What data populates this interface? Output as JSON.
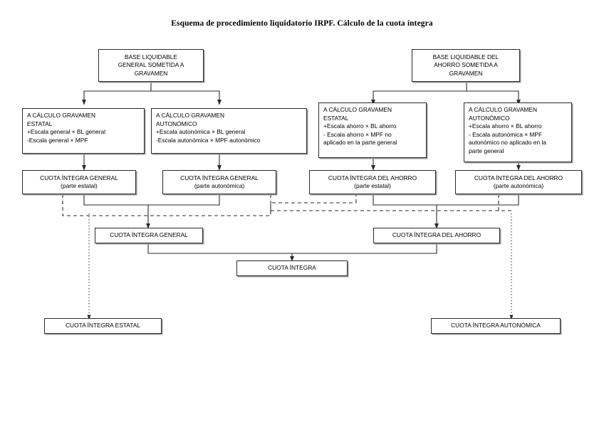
{
  "title": "Esquema de procedimiento liquidatorio IRPF. Cálculo de la cuota íntegra",
  "colors": {
    "line": "#2b2b2b",
    "box_border": "#2b2b2b",
    "shadow": "#9a9a9a",
    "background": "#ffffff",
    "text": "#000000"
  },
  "nodes": {
    "base_general": {
      "lines": [
        "BASE LIQUIDABLE",
        "GENERAL SOMETIDA A",
        "GRAVAMEN"
      ]
    },
    "base_ahorro": {
      "lines": [
        "BASE LIQUIDABLE DEL",
        "AHORRO SOMETIDA A",
        "GRAVAMEN"
      ]
    },
    "calc_general_estatal": {
      "lines": [
        "A CÁLCULO GRAVAMEN",
        "ESTATAL",
        "+Escala general × BL general",
        "-Escala general × MPF"
      ]
    },
    "calc_general_autonomico": {
      "lines": [
        "A CÁLCULO GRAVAMEN",
        "AUTONÓMICO",
        "+Escala autonómica × BL general",
        "-Escala autonómica × MPF autonómico"
      ]
    },
    "calc_ahorro_estatal": {
      "lines": [
        "A CÁLCULO GRAVAMEN",
        "ESTATAL",
        "+Escala ahorro × BL ahorro",
        "- Escala ahorro × MPF no",
        "aplicado en la parte general"
      ]
    },
    "calc_ahorro_autonomico": {
      "lines": [
        "A CÁLCULO GRAVAMEN",
        "AUTONÓMICO",
        "+Escala ahorro × BL ahorro",
        "- Escala autonómica × MPF",
        "autonómico no aplicado en la",
        "parte general"
      ]
    },
    "ci_general_estatal": {
      "title": "CUOTA ÍNTEGRA GENERAL",
      "subtitle": "(parte estatal)"
    },
    "ci_general_autonomica": {
      "title": "CUOTA ÍNTEGRA GENERAL",
      "subtitle": "(parte autonómica)"
    },
    "ci_ahorro_estatal": {
      "title": "CUOTA ÍNTEGRA DEL AHORRO",
      "subtitle": "(parte estatal)"
    },
    "ci_ahorro_autonomica": {
      "title": "CUOTA ÍNTEGRA DEL AHORRO",
      "subtitle": "(parte autonómica)"
    },
    "ci_general": {
      "title": "CUOTA ÍNTEGRA GENERAL"
    },
    "ci_ahorro": {
      "title": "CUOTA ÍNTEGRA DEL AHORRO"
    },
    "ci_total": {
      "title": "CUOTA ÍNTEGRA"
    },
    "ci_estatal": {
      "title": "CUOTA ÍNTEGRA ESTATAL"
    },
    "ci_autonomica": {
      "title": "CUOTA ÍNTEGRA AUTONÓMICA"
    }
  },
  "edges": [
    {
      "from": "base_general",
      "to": "calc_general_estatal",
      "style": "solid"
    },
    {
      "from": "base_general",
      "to": "calc_general_autonomico",
      "style": "solid"
    },
    {
      "from": "base_ahorro",
      "to": "calc_ahorro_estatal",
      "style": "solid"
    },
    {
      "from": "base_ahorro",
      "to": "calc_ahorro_autonomico",
      "style": "solid"
    },
    {
      "from": "calc_general_estatal",
      "to": "ci_general_estatal",
      "style": "solid"
    },
    {
      "from": "calc_general_autonomico",
      "to": "ci_general_autonomica",
      "style": "solid"
    },
    {
      "from": "calc_ahorro_estatal",
      "to": "ci_ahorro_estatal",
      "style": "solid"
    },
    {
      "from": "calc_ahorro_autonomico",
      "to": "ci_ahorro_autonomica",
      "style": "solid"
    },
    {
      "from": "ci_general_estatal",
      "to": "ci_general",
      "style": "solid"
    },
    {
      "from": "ci_general_autonomica",
      "to": "ci_general",
      "style": "solid"
    },
    {
      "from": "ci_ahorro_estatal",
      "to": "ci_ahorro",
      "style": "solid"
    },
    {
      "from": "ci_ahorro_autonomica",
      "to": "ci_ahorro",
      "style": "solid"
    },
    {
      "from": "ci_general",
      "to": "ci_total",
      "style": "solid"
    },
    {
      "from": "ci_ahorro",
      "to": "ci_total",
      "style": "solid"
    },
    {
      "from": "ci_general_estatal",
      "to": "ci_estatal",
      "style": "dashed-dotted"
    },
    {
      "from": "ci_ahorro_estatal",
      "to": "ci_estatal",
      "style": "dashed-dotted"
    },
    {
      "from": "ci_general_autonomica",
      "to": "ci_autonomica",
      "style": "dashed-dotted"
    },
    {
      "from": "ci_ahorro_autonomica",
      "to": "ci_autonomica",
      "style": "dashed-dotted"
    }
  ]
}
